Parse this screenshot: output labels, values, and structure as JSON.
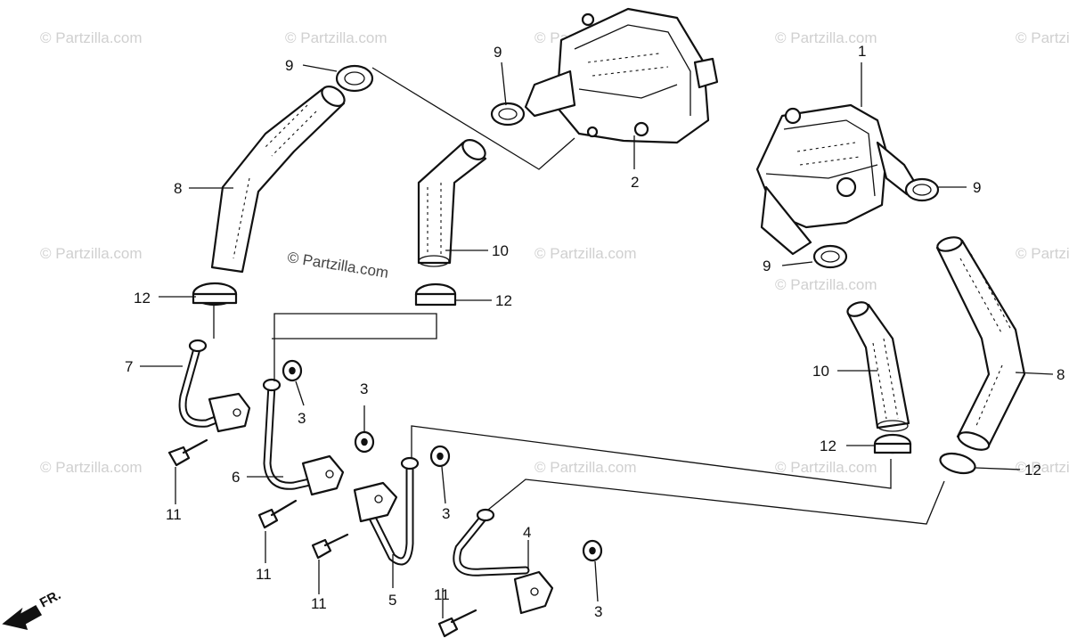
{
  "watermarks": [
    "© Partzilla.com",
    "© Partzilla.com",
    "© Partzilla.com",
    "© Partzilla.com",
    "© Partzilla.com",
    "© Partzilla.com",
    "© Partzilla.com",
    "© Partzilla.com",
    "© Partzilla.com",
    "© Partzilla.com",
    "© Partzilla.com",
    "© Partzilla.com",
    "© Partzilla.com"
  ],
  "center_watermark": "© Partzilla.com",
  "direction_label": "FR.",
  "callouts": {
    "front_valve": "1",
    "rear_valve": "2",
    "washer_a": "3",
    "washer_b": "3",
    "washer_c": "3",
    "washer_d": "3",
    "pipe_4": "4",
    "pipe_5": "5",
    "pipe_6": "6",
    "pipe_7": "7",
    "hose_8_left": "8",
    "hose_8_right": "8",
    "clamp_9_a": "9",
    "clamp_9_b": "9",
    "clamp_9_c": "9",
    "clamp_9_d": "9",
    "hose_10_left": "10",
    "hose_10_right": "10",
    "bolt_11_a": "11",
    "bolt_11_b": "11",
    "bolt_11_c": "11",
    "bolt_11_d": "11",
    "clamp_12_a": "12",
    "clamp_12_b": "12",
    "clamp_12_c": "12",
    "clamp_12_d": "12"
  }
}
